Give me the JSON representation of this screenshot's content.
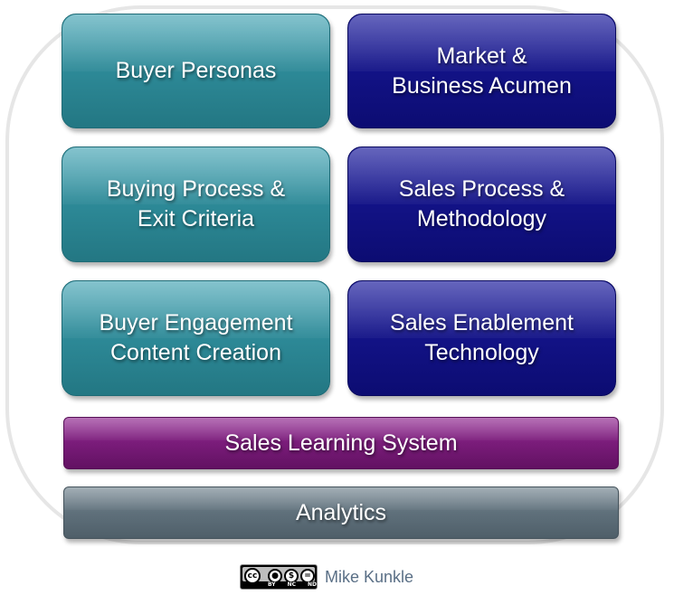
{
  "tiles": {
    "buyer_personas": "Buyer Personas",
    "market_acumen": "Market &\nBusiness Acumen",
    "buying_process": "Buying Process &\nExit Criteria",
    "sales_process": "Sales Process &\nMethodology",
    "buyer_engagement": "Buyer Engagement\nContent Creation",
    "sales_enablement": "Sales Enablement\nTechnology"
  },
  "bars": {
    "learning_system": "Sales Learning System",
    "analytics": "Analytics"
  },
  "credit": {
    "license_mark": "cc",
    "license_tags": [
      "BY",
      "NC",
      "ND"
    ],
    "author": "Mike Kunkle"
  },
  "colors": {
    "teal": "#2e8b99",
    "navy": "#131388",
    "purple": "#7a1c7a",
    "slate": "#5f707b"
  }
}
